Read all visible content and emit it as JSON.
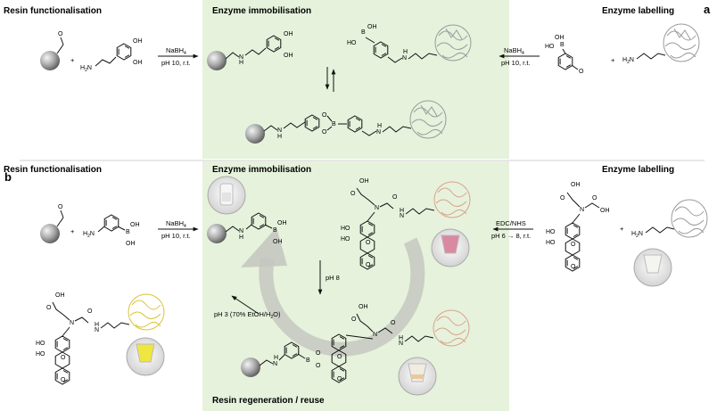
{
  "panel_a": {
    "letter": "a",
    "resin_header": "Resin functionalisation",
    "immob_header": "Enzyme immobilisation",
    "label_header": "Enzyme labelling",
    "plus": "+",
    "reagent": "NaBH",
    "reagent_sub": "4",
    "condition": "pH 10, r.t."
  },
  "panel_b": {
    "letter": "b",
    "resin_header": "Resin functionalisation",
    "immob_header": "Enzyme immobilisation",
    "label_header": "Enzyme labelling",
    "plus": "+",
    "reagent": "NaBH",
    "reagent_sub": "4",
    "condition": "pH 10, r.t.",
    "coupling_reagent": "EDC/NHS",
    "coupling_condition": "pH 6 → 8, r.t.",
    "bind_condition": "pH 8",
    "release_condition": "pH 3 (70% EtOH/H",
    "release_sub": "2",
    "release_end": "O)",
    "regen_label": "Resin regeneration / reuse"
  },
  "atoms": {
    "O": "O",
    "OH": "OH",
    "HO": "HO",
    "H": "H",
    "N": "N",
    "B": "B",
    "H2N": "H",
    "two": "2",
    "N_tail": "N"
  },
  "colors": {
    "panel_bg": "#e6f2dc",
    "circle_arrow": "#c4c8c0",
    "enzyme_grey": "#9a9a9a",
    "enzyme_pink": "#d9a38a",
    "enzyme_yellow": "#d8c437"
  }
}
